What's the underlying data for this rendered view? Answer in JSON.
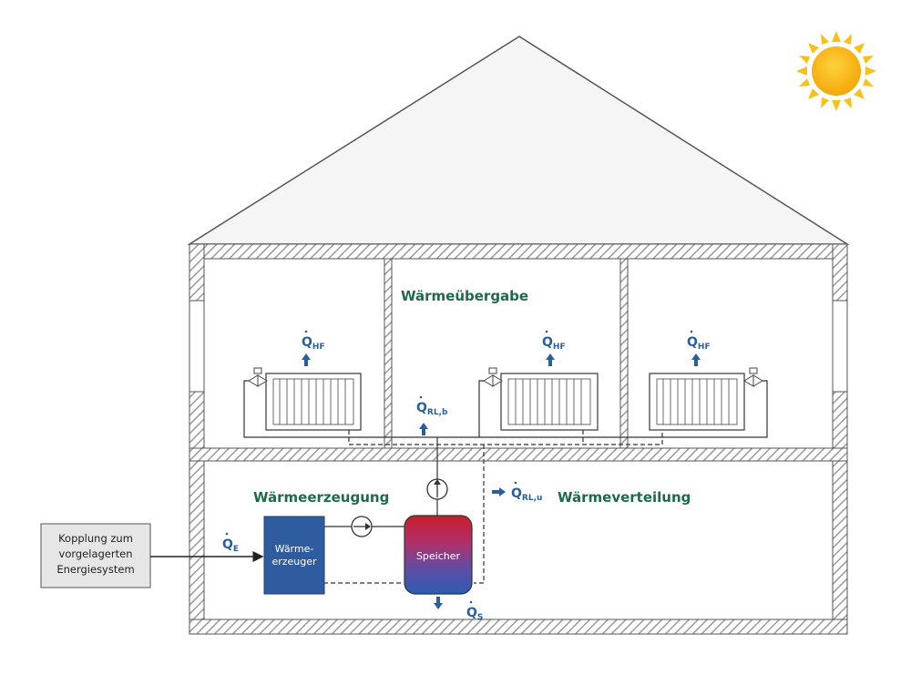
{
  "sections": {
    "uebergabe": "Wärmeübergabe",
    "erzeugung": "Wärmeerzeugung",
    "verteilung": "Wärmeverteilung"
  },
  "coupling_box": {
    "line1": "Kopplung zum",
    "line2": "vorgelagerten",
    "line3": "Energiesystem"
  },
  "generator_box": {
    "line1": "Wärme-",
    "line2": "erzeuger"
  },
  "storage": {
    "label": "Speicher"
  },
  "heat_flows": {
    "q_symbol": "Q",
    "hf_sub": "HF",
    "rlb_sub": "RL,b",
    "rlu_sub": "RL,u",
    "e_sub": "E",
    "s_sub": "S"
  },
  "colors": {
    "wall_hatch": "#9a9a9a",
    "section_text": "#1d6b4a",
    "flow_blue": "#2a5f9e",
    "generator_fill": "#2f5c9f",
    "storage_top": "#c81e2a",
    "storage_bottom": "#2c5cb0",
    "sun": "#f6b90f"
  }
}
